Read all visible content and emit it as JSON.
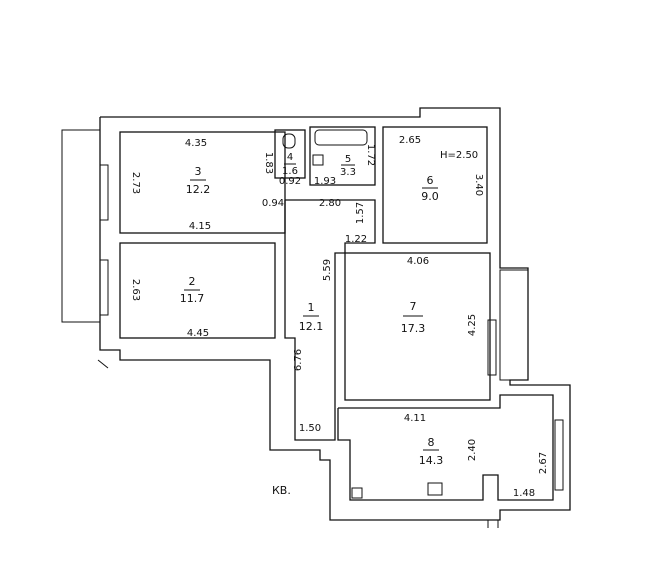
{
  "plan": {
    "label": "КВ.",
    "rooms": [
      {
        "number": "1",
        "area": "12.1"
      },
      {
        "number": "2",
        "area": "11.7"
      },
      {
        "number": "3",
        "area": "12.2"
      },
      {
        "number": "4",
        "area": "1.6"
      },
      {
        "number": "5",
        "area": "3.3"
      },
      {
        "number": "6",
        "area": "9.0"
      },
      {
        "number": "7",
        "area": "17.3"
      },
      {
        "number": "8",
        "area": "14.3"
      }
    ],
    "height_note": "H=2.50",
    "dimensions": {
      "r3_top": "4.35",
      "r3_left": "2.73",
      "r3_bottom": "4.15",
      "r3_right": "1.83",
      "r4_bottom": "0.92",
      "r5_left": "1.93",
      "r5_right": "1.72",
      "door_094": "0.94",
      "corr_280": "2.80",
      "corr_157": "1.57",
      "corr_122": "1.22",
      "r6_top": "2.65",
      "r6_right": "3.40",
      "r2_left": "2.63",
      "r2_bottom": "4.45",
      "corr_559": "5.59",
      "corr_676": "6.76",
      "corr_150": "1.50",
      "r7_top": "4.06",
      "r7_right": "4.25",
      "r8_top": "4.11",
      "r8_mid": "2.40",
      "r8_right": "2.67",
      "r8_bottom": "1.48"
    }
  }
}
